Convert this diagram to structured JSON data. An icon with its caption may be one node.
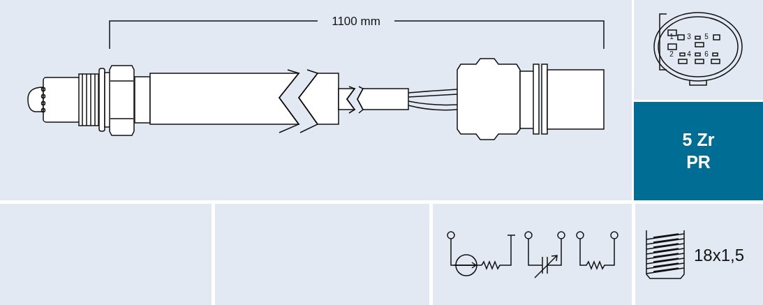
{
  "diagram": {
    "nodes": [
      {
        "text": [
          "5 Zr",
          "PR"
        ]
      }
    ],
    "edges": [],
    "labels": [
      "1100 mm",
      "1",
      "3",
      "5",
      "2",
      "4",
      "6",
      "18x1,5"
    ]
  }
}
